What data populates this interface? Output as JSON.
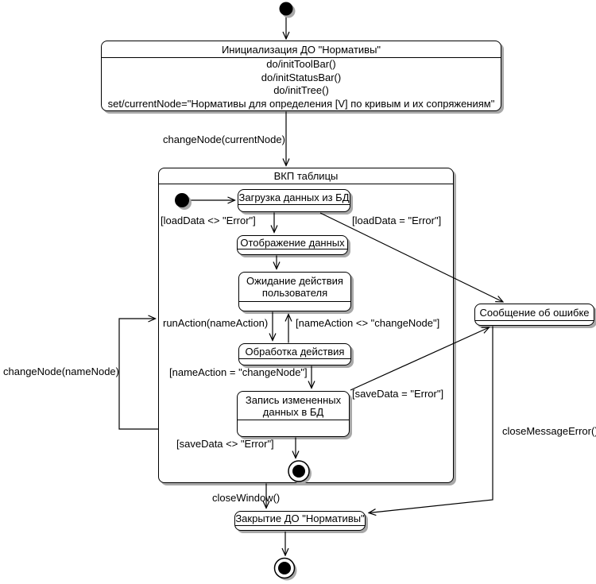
{
  "states": {
    "init": {
      "name": "Инициализация ДО \"Нормативы\"",
      "actions": [
        "do/initToolBar()",
        "do/initStatusBar()",
        "do/initTree()",
        "set/currentNode=\"Нормативы для определения [V] по кривым и их сопряжениям\""
      ]
    },
    "vkp": {
      "name": "ВКП таблицы"
    },
    "load": {
      "name": "Загрузка данных из БД"
    },
    "display": {
      "name": "Отображение данных"
    },
    "wait": {
      "name": "Ожидание действия пользователя"
    },
    "process": {
      "name": "Обработка действия"
    },
    "save": {
      "name": "Запись измененных данных в БД"
    },
    "error_msg": {
      "name": "Сообщение об ошибке"
    },
    "close": {
      "name": "Закрытие ДО \"Нормативы\""
    }
  },
  "transitions": {
    "change_current_node": "changeNode(currentNode)",
    "load_ok": "[loadData <> \"Error\"]",
    "load_error": "[loadData = \"Error\"]",
    "run_action": "runAction(nameAction)",
    "action_not_change_node": "[nameAction <> \"changeNode\"]",
    "action_change_node": "[nameAction = \"changeNode\"]",
    "save_error": "[saveData = \"Error\"]",
    "save_ok": "[saveData <> \"Error\"]",
    "change_name_node": "changeNode(nameNode)",
    "close_window": "closeWindow()",
    "close_message_error": "closeMessageError()"
  },
  "colors": {
    "line": "#000000",
    "state_fill": "#ffffff",
    "shadow": "#a8a8a8",
    "background": "#ffffff"
  }
}
